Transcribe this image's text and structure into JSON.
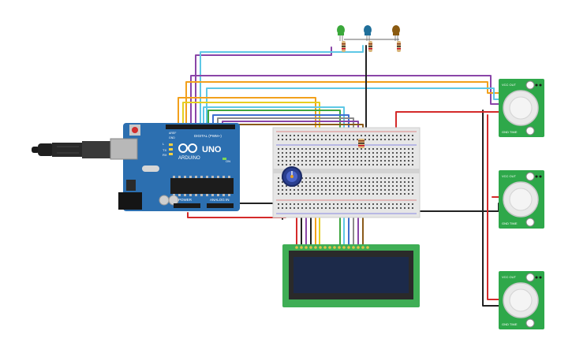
{
  "arduino": {
    "brand": "ARDUINO",
    "model": "UNO",
    "digital_label": "DIGITAL (PWM~)",
    "power_label": "POWER",
    "analog_label": "ANALOG IN",
    "tx_label": "TX",
    "rx_label": "RX",
    "l_label": "L",
    "on_label": "ON",
    "aref_label": "AREF",
    "gnd_label": "GND"
  },
  "pir_sensors": [
    {
      "top_label": "VCC  OUT",
      "bottom_label": "GND  TIME"
    },
    {
      "top_label": "VCC  OUT",
      "bottom_label": "GND  TIME"
    },
    {
      "top_label": "VCC  OUT",
      "bottom_label": "GND  TIME"
    }
  ],
  "leds": [
    {
      "color": "#3aa83a"
    },
    {
      "color": "#1f6f9a"
    },
    {
      "color": "#8a5a10"
    }
  ],
  "wire_colors": {
    "red": "#d42a2a",
    "black": "#222222",
    "orange": "#f2a01c",
    "purple": "#8a45a8",
    "cyan": "#5ec8e6",
    "green": "#3fa63f",
    "blue": "#3f6fd0",
    "yellow": "#e6cf1f",
    "brown": "#8a5a1a",
    "gray": "#8a8a8a"
  },
  "board_color": "#2c6fb0",
  "pir_board_color": "#2ea84a",
  "lcd_board_color": "#3fae55",
  "lcd_screen_color": "#1c2a4a"
}
